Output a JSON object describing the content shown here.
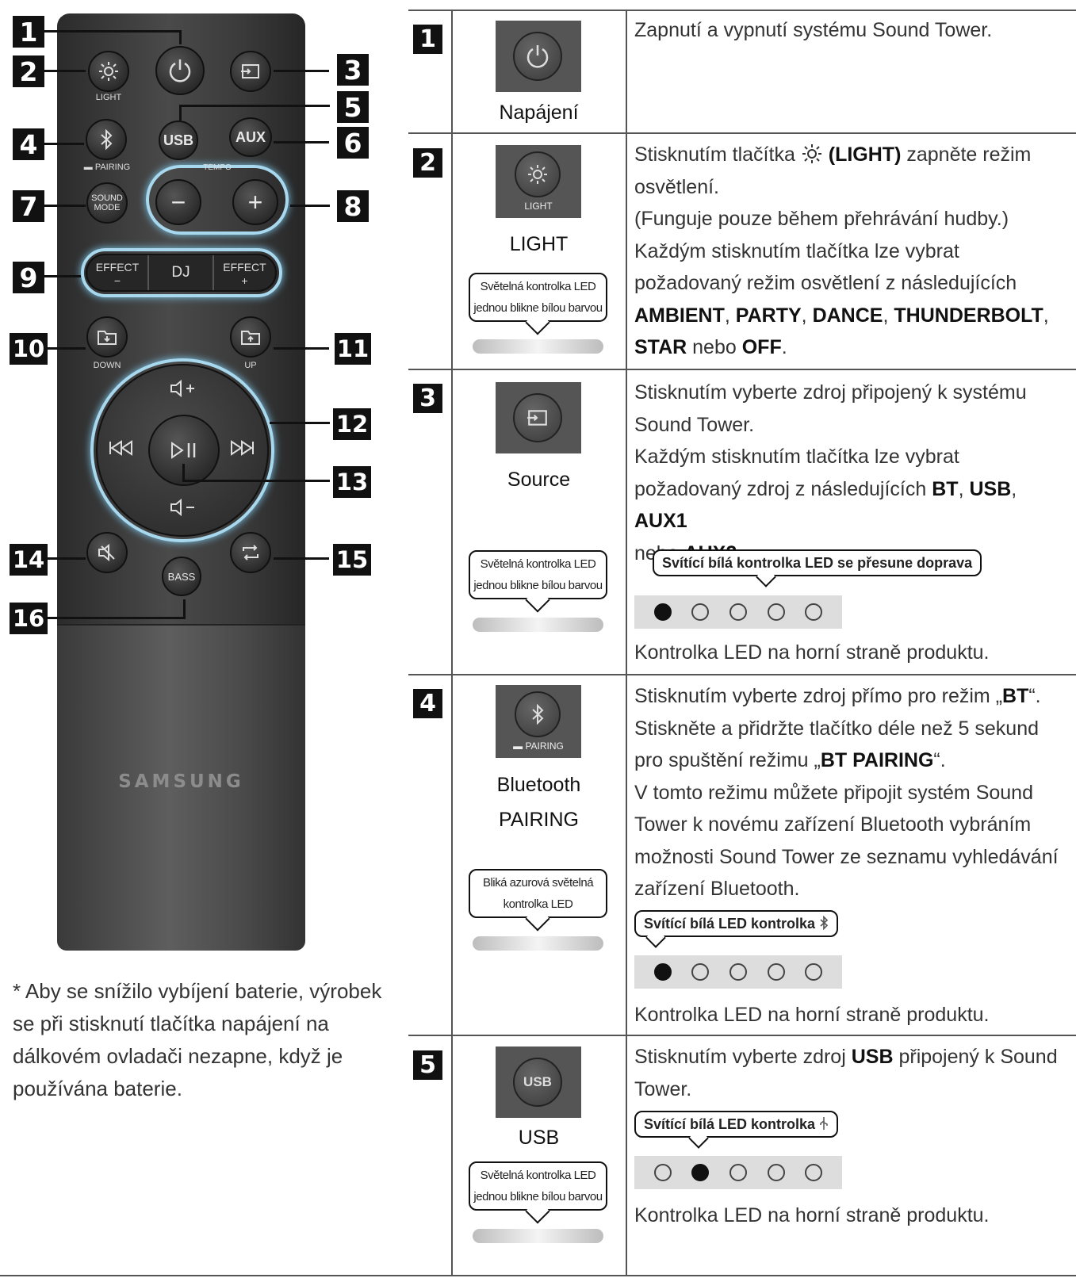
{
  "remote": {
    "brand": "SAMSUNG",
    "labels": {
      "light": "LIGHT",
      "pairing": "PAIRING",
      "tempo": "TEMPO",
      "down": "DOWN",
      "up": "UP"
    },
    "buttons": {
      "usb": "USB",
      "aux": "AUX",
      "sound_mode_1": "SOUND",
      "sound_mode_2": "MODE",
      "minus": "−",
      "plus": "+",
      "effect": "EFFECT",
      "effect_minus": "−",
      "effect_plus": "+",
      "dj": "DJ",
      "bass": "BASS"
    },
    "callouts": [
      "1",
      "2",
      "3",
      "4",
      "5",
      "6",
      "7",
      "8",
      "9",
      "10",
      "11",
      "12",
      "13",
      "14",
      "15",
      "16"
    ]
  },
  "footnote": "* Aby se snížilo vybíjení baterie, výrobek se při stisknutí tlačítka napájení na dálkovém ovladači nezapne, když je používána baterie.",
  "rows": [
    {
      "num": "1",
      "name": "Napájení",
      "text": "Zapnutí a vypnutí systému Sound Tower."
    },
    {
      "num": "2",
      "name": "LIGHT",
      "icon_label": "LIGHT",
      "bubble": [
        "Světelná kontrolka LED",
        "jednou blikne bílou barvou"
      ],
      "text_1": "Stisknutím tlačítka",
      "text_1b": "(LIGHT)",
      "text_1c": "zapněte režim osvětlení.",
      "text_2": "(Funguje pouze během přehrávání hudby.)",
      "text_3": "Každým stisknutím tlačítka lze vybrat požadovaný režim osvětlení z následujících",
      "modes": [
        "AMBIENT",
        "PARTY",
        "DANCE",
        "THUNDERBOLT",
        "STAR",
        "OFF"
      ],
      "or": "nebo"
    },
    {
      "num": "3",
      "name": "Source",
      "bubble": [
        "Světelná kontrolka LED",
        "jednou blikne bílou barvou"
      ],
      "text_1": "Stisknutím vyberte zdroj připojený k systému Sound Tower.",
      "text_2": "Každým stisknutím tlačítka lze vybrat požadovaný zdroj z následujících",
      "sources": [
        "BT",
        "USB",
        "AUX1",
        "AUX2"
      ],
      "or": "nebo",
      "led_bubble": "Svítící bílá kontrolka LED se přesune doprava",
      "led_states": [
        1,
        0,
        0,
        0,
        0
      ],
      "led_caption": "Kontrolka LED na horní straně produktu."
    },
    {
      "num": "4",
      "name_1": "Bluetooth",
      "name_2": "PAIRING",
      "icon_label": "PAIRING",
      "bubble": [
        "Bliká azurová světelná",
        "kontrolka LED"
      ],
      "text_1a": "Stisknutím vyberte zdroj přímo pro režim „",
      "text_1b": "BT",
      "text_1c": "“.",
      "text_2a": "Stiskněte a přidržte tlačítko déle než 5 sekund pro spuštění režimu „",
      "text_2b": "BT PAIRING",
      "text_2c": "“.",
      "text_3": "V tomto režimu můžete připojit systém Sound Tower k novému zařízení Bluetooth vybráním možnosti Sound Tower ze seznamu vyhledávání zařízení Bluetooth.",
      "led_bubble": "Svítící bílá LED kontrolka",
      "led_states": [
        1,
        0,
        0,
        0,
        0
      ],
      "led_caption": "Kontrolka LED na horní straně produktu."
    },
    {
      "num": "5",
      "name": "USB",
      "icon_label": "USB",
      "bubble": [
        "Světelná kontrolka LED",
        "jednou blikne bílou barvou"
      ],
      "text_1a": "Stisknutím vyberte zdroj",
      "text_1b": "USB",
      "text_1c": "připojený k Sound Tower.",
      "led_bubble": "Svítící bílá LED kontrolka",
      "led_states": [
        0,
        1,
        0,
        0,
        0
      ],
      "led_caption": "Kontrolka LED na horní straně produktu."
    }
  ]
}
